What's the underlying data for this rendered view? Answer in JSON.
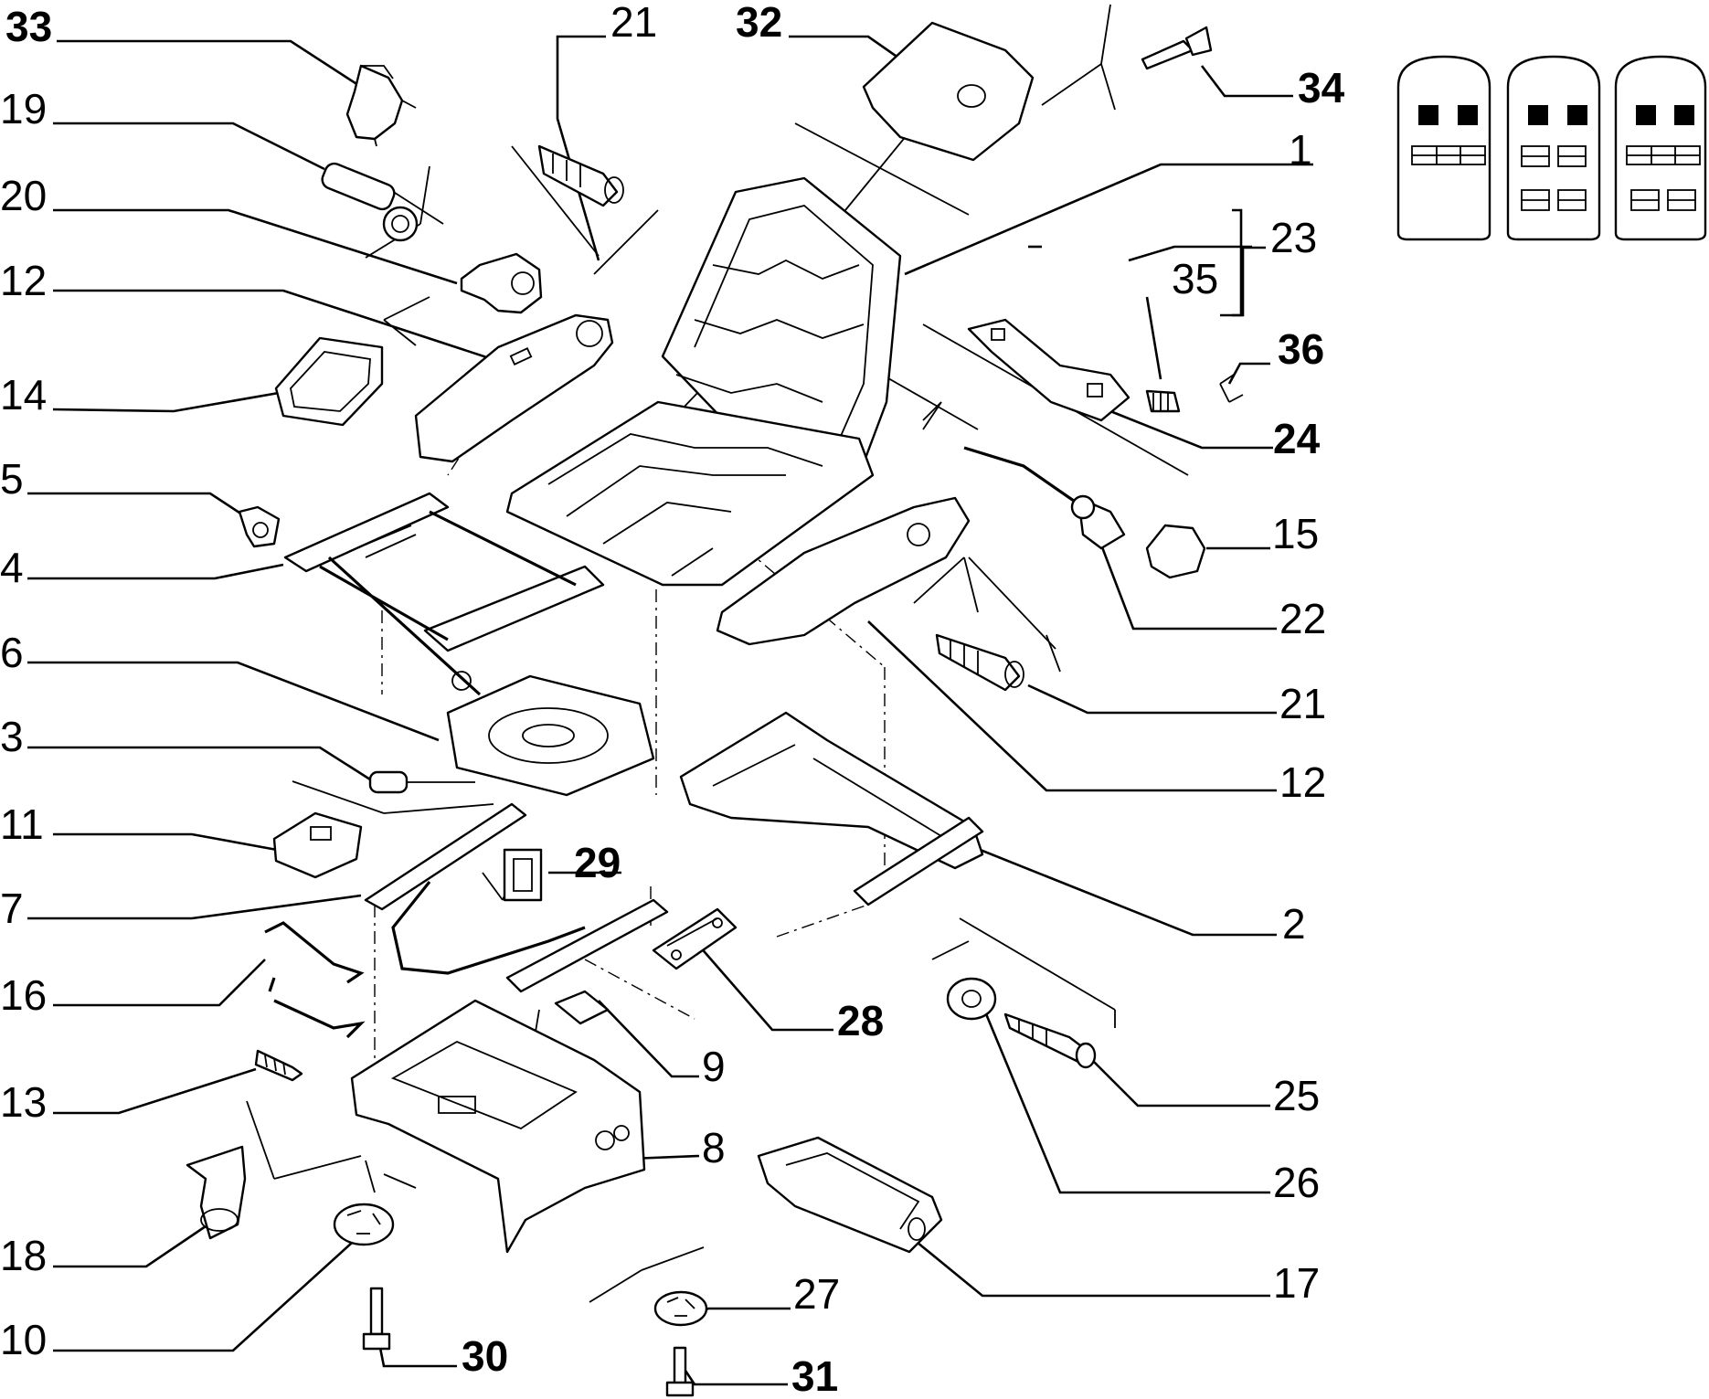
{
  "diagram": {
    "callouts": [
      {
        "id": "c33a",
        "text": "33",
        "bold": true
      },
      {
        "id": "c19",
        "text": "19",
        "bold": false
      },
      {
        "id": "c20",
        "text": "20",
        "bold": false
      },
      {
        "id": "c12a",
        "text": "12",
        "bold": false
      },
      {
        "id": "c14",
        "text": "14",
        "bold": false
      },
      {
        "id": "c5",
        "text": "5",
        "bold": false
      },
      {
        "id": "c4",
        "text": "4",
        "bold": false
      },
      {
        "id": "c6",
        "text": "6",
        "bold": false
      },
      {
        "id": "c3",
        "text": "3",
        "bold": false
      },
      {
        "id": "c11",
        "text": "11",
        "bold": false
      },
      {
        "id": "c7",
        "text": "7",
        "bold": false
      },
      {
        "id": "c16",
        "text": "16",
        "bold": false
      },
      {
        "id": "c13",
        "text": "13",
        "bold": false
      },
      {
        "id": "c18",
        "text": "18",
        "bold": false
      },
      {
        "id": "c10",
        "text": "10",
        "bold": false
      },
      {
        "id": "c21a",
        "text": "21",
        "bold": false
      },
      {
        "id": "c32",
        "text": "32",
        "bold": true
      },
      {
        "id": "c34",
        "text": "34",
        "bold": true
      },
      {
        "id": "c1",
        "text": "1",
        "bold": false
      },
      {
        "id": "c23",
        "text": "23",
        "bold": false
      },
      {
        "id": "c35",
        "text": "35",
        "bold": false
      },
      {
        "id": "c36",
        "text": "36",
        "bold": true
      },
      {
        "id": "c24",
        "text": "24",
        "bold": true
      },
      {
        "id": "c15",
        "text": "15",
        "bold": false
      },
      {
        "id": "c22",
        "text": "22",
        "bold": false
      },
      {
        "id": "c21b",
        "text": "21",
        "bold": false
      },
      {
        "id": "c12b",
        "text": "12",
        "bold": false
      },
      {
        "id": "c29",
        "text": "29",
        "bold": true
      },
      {
        "id": "c2",
        "text": "2",
        "bold": false
      },
      {
        "id": "c28",
        "text": "28",
        "bold": true
      },
      {
        "id": "c9",
        "text": "9",
        "bold": false
      },
      {
        "id": "c25",
        "text": "25",
        "bold": false
      },
      {
        "id": "c8",
        "text": "8",
        "bold": false
      },
      {
        "id": "c26",
        "text": "26",
        "bold": false
      },
      {
        "id": "c27",
        "text": "27",
        "bold": false
      },
      {
        "id": "c17",
        "text": "17",
        "bold": false
      },
      {
        "id": "c30",
        "text": "30",
        "bold": true
      },
      {
        "id": "c31",
        "text": "31",
        "bold": true
      }
    ]
  }
}
